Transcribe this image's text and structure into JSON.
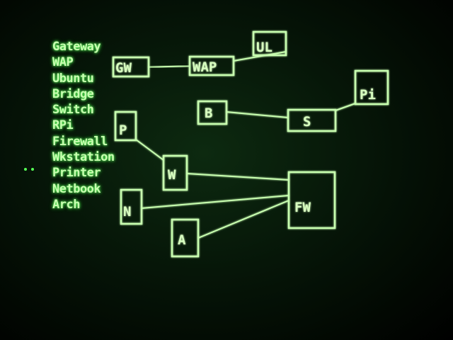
{
  "legend": [
    "Gateway",
    "WAP",
    "Ubuntu",
    "Bridge",
    "Switch",
    "RPi",
    "Firewall",
    "Wkstation",
    "Printer",
    "Netbook",
    "Arch"
  ],
  "nodes": {
    "gw": "GW",
    "wap": "WAP",
    "ul": "UL",
    "b": "B",
    "s": "S",
    "pi": "Pi",
    "p": "P",
    "w": "W",
    "n": "N",
    "a": "A",
    "fw": "FW"
  },
  "colors": {
    "phosphor": "#c8ffb0",
    "background": "#061608"
  }
}
